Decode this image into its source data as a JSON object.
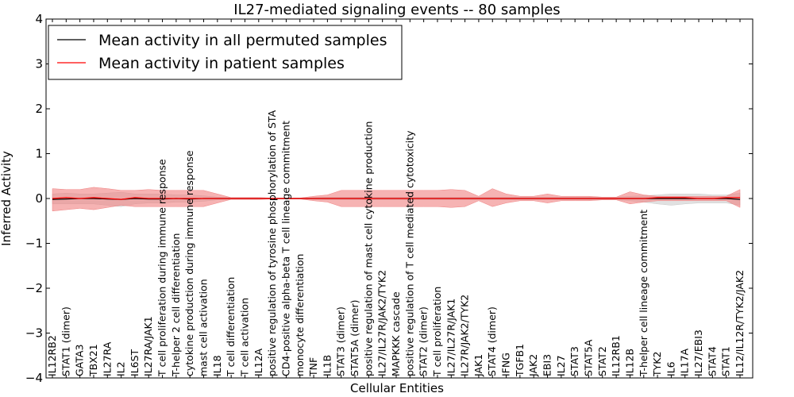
{
  "chart_data": {
    "type": "line",
    "title": "IL27-mediated signaling events -- 80 samples",
    "xlabel": "Cellular Entities",
    "ylabel": "Inferred Activity",
    "ylim": [
      -4,
      4
    ],
    "yticks": [
      "4",
      "3",
      "2",
      "1",
      "0",
      "−1",
      "−2",
      "−3",
      "−4"
    ],
    "grid": false,
    "legend_position": "top-left",
    "categories": [
      "IL12RB2",
      "STAT1 (dimer)",
      "GATA3",
      "TBX21",
      "IL27RA",
      "IL2",
      "IL6ST",
      "IL27RA/JAK1",
      "T cell proliferation during immune response",
      "T-helper 2 cell differentiation",
      "cytokine production during immune response",
      "mast cell activation",
      "IL18",
      "T cell differentiation",
      "T cell activation",
      "IL12A",
      "positive regulation of tyrosine phosphorylation of STA",
      "CD4-positive alpha-beta T cell lineage commitment",
      "monocyte differentiation",
      "TNF",
      "IL1B",
      "STAT3 (dimer)",
      "STAT5A (dimer)",
      "positive regulation of mast cell cytokine production",
      "IL27/IL27R/JAK2/TYK2",
      "MAPKKK cascade",
      "positive regulation of T cell mediated cytotoxicity",
      "STAT2 (dimer)",
      "T cell proliferation",
      "IL27/IL27R/JAK1",
      "IL27R/JAK2/TYK2",
      "JAK1",
      "STAT4 (dimer)",
      "IFNG",
      "TGFB1",
      "JAK2",
      "EBI3",
      "IL27",
      "STAT3",
      "STAT5A",
      "STAT2",
      "IL12RB1",
      "IL12B",
      "T-helper cell lineage commitment",
      "TYK2",
      "IL6",
      "IL17A",
      "IL27/EBI3",
      "STAT4",
      "STAT1",
      "IL12/IL12R/TYK2/JAK2"
    ],
    "series": [
      {
        "name": "Mean activity in all permuted samples",
        "color": "#000000",
        "band_color": "#c8c8c8",
        "values": [
          -0.02,
          -0.01,
          0.0,
          0.0,
          -0.01,
          -0.02,
          0.0,
          -0.01,
          -0.01,
          0.0,
          -0.01,
          0.0,
          0.0,
          0.0,
          0.0,
          0.0,
          0.0,
          0.0,
          0.0,
          0.0,
          0.0,
          0.0,
          0.0,
          0.0,
          0.0,
          0.0,
          0.0,
          0.0,
          0.0,
          0.0,
          0.0,
          0.0,
          0.0,
          0.0,
          0.0,
          0.0,
          0.0,
          0.0,
          0.0,
          0.0,
          0.0,
          0.0,
          0.0,
          0.0,
          0.0,
          0.0,
          0.0,
          0.0,
          0.0,
          0.0,
          -0.02
        ],
        "upper": [
          0.1,
          0.12,
          0.1,
          0.1,
          0.12,
          0.14,
          0.1,
          0.1,
          0.1,
          0.08,
          0.08,
          0.06,
          0.03,
          0.02,
          0.02,
          0.02,
          0.01,
          0.01,
          0.01,
          0.02,
          0.03,
          0.03,
          0.03,
          0.03,
          0.03,
          0.03,
          0.03,
          0.03,
          0.03,
          0.03,
          0.03,
          0.03,
          0.03,
          0.03,
          0.03,
          0.03,
          0.03,
          0.03,
          0.03,
          0.03,
          0.03,
          0.03,
          0.05,
          0.06,
          0.08,
          0.1,
          0.1,
          0.1,
          0.08,
          0.08,
          0.12
        ],
        "lower": [
          -0.12,
          -0.12,
          -0.12,
          -0.12,
          -0.15,
          -0.18,
          -0.12,
          -0.1,
          -0.1,
          -0.08,
          -0.08,
          -0.06,
          -0.03,
          -0.02,
          -0.02,
          -0.02,
          -0.01,
          -0.01,
          -0.01,
          -0.02,
          -0.03,
          -0.03,
          -0.03,
          -0.03,
          -0.03,
          -0.03,
          -0.03,
          -0.03,
          -0.03,
          -0.03,
          -0.03,
          -0.03,
          -0.03,
          -0.03,
          -0.03,
          -0.03,
          -0.03,
          -0.03,
          -0.03,
          -0.03,
          -0.03,
          -0.03,
          -0.05,
          -0.08,
          -0.12,
          -0.15,
          -0.12,
          -0.1,
          -0.1,
          -0.1,
          -0.15
        ]
      },
      {
        "name": "Mean activity in patient samples",
        "color": "#ff0000",
        "band_color": "#f08080",
        "values": [
          0.0,
          0.02,
          0.0,
          0.02,
          0.0,
          -0.02,
          0.02,
          0.0,
          0.0,
          0.0,
          0.0,
          0.0,
          0.0,
          0.0,
          0.0,
          0.0,
          0.0,
          0.0,
          0.0,
          0.0,
          0.0,
          0.0,
          0.0,
          0.0,
          0.0,
          0.0,
          0.0,
          0.0,
          0.0,
          0.0,
          0.0,
          0.0,
          0.0,
          0.0,
          0.0,
          0.0,
          0.0,
          0.0,
          0.0,
          0.0,
          0.0,
          0.0,
          0.0,
          0.0,
          0.02,
          0.02,
          0.02,
          0.0,
          0.0,
          0.02,
          0.02
        ],
        "upper": [
          0.22,
          0.2,
          0.2,
          0.25,
          0.22,
          0.18,
          0.18,
          0.2,
          0.18,
          0.18,
          0.18,
          0.18,
          0.1,
          0.02,
          0.02,
          0.02,
          0.01,
          0.01,
          0.01,
          0.05,
          0.08,
          0.18,
          0.18,
          0.18,
          0.18,
          0.18,
          0.18,
          0.18,
          0.18,
          0.2,
          0.18,
          0.05,
          0.22,
          0.1,
          0.05,
          0.05,
          0.1,
          0.05,
          0.05,
          0.05,
          0.03,
          0.03,
          0.15,
          0.08,
          0.05,
          0.05,
          0.05,
          0.05,
          0.05,
          0.05,
          0.2
        ],
        "lower": [
          -0.28,
          -0.25,
          -0.22,
          -0.25,
          -0.2,
          -0.15,
          -0.18,
          -0.18,
          -0.18,
          -0.18,
          -0.18,
          -0.18,
          -0.1,
          -0.02,
          -0.02,
          -0.02,
          -0.01,
          -0.01,
          -0.01,
          -0.05,
          -0.08,
          -0.18,
          -0.18,
          -0.18,
          -0.18,
          -0.18,
          -0.18,
          -0.18,
          -0.18,
          -0.2,
          -0.18,
          -0.05,
          -0.18,
          -0.1,
          -0.05,
          -0.05,
          -0.1,
          -0.05,
          -0.05,
          -0.05,
          -0.03,
          -0.03,
          -0.12,
          -0.08,
          -0.05,
          -0.05,
          -0.05,
          -0.05,
          -0.05,
          -0.05,
          -0.2
        ]
      }
    ]
  }
}
